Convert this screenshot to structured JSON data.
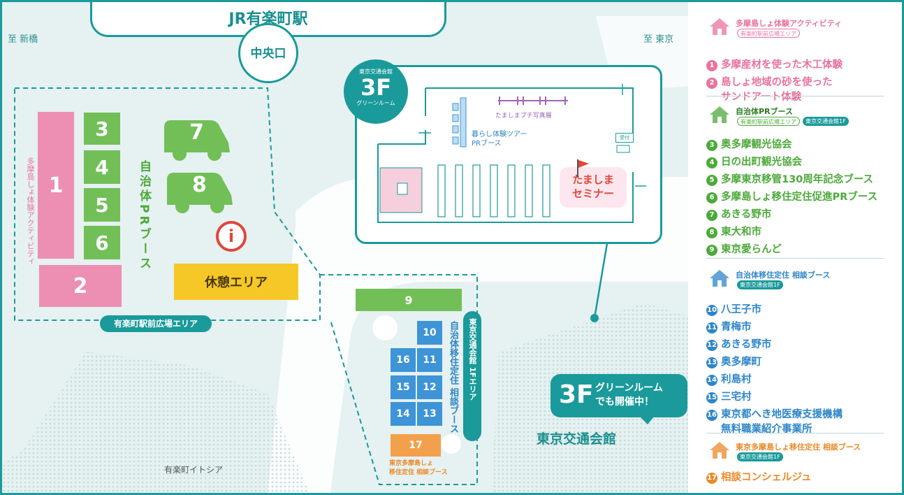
{
  "station": {
    "name": "JR有楽町駅",
    "exit": "中央口"
  },
  "directions": {
    "left": "至 新橋",
    "right": "至 東京"
  },
  "areas": {
    "plaza_label": "有楽町駅前広場エリア",
    "first_floor_label": "東京交通会館 1Fエリア",
    "building_label": "東京交通会館",
    "mall_label": "有楽町イトシア"
  },
  "plaza": {
    "activity_label": "多摩島しょ体験アクティビティ",
    "pr_label": "自治体PRブース",
    "rest_label": "休憩エリア",
    "info_glyph": "i",
    "booths": [
      {
        "id": "1"
      },
      {
        "id": "2"
      },
      {
        "id": "3"
      },
      {
        "id": "4"
      },
      {
        "id": "5"
      },
      {
        "id": "6"
      },
      {
        "id": "7"
      },
      {
        "id": "8"
      }
    ]
  },
  "floor1": {
    "relocation_label": "自治体移住定住 相談ブース",
    "concierge_label_1": "東京多摩島しょ",
    "concierge_label_2": "移住定住 相談ブース",
    "booths": [
      "9",
      "10",
      "11",
      "12",
      "13",
      "14",
      "15",
      "16",
      "17"
    ]
  },
  "inset": {
    "badge_small": "東京交通会館",
    "badge_big": "3F",
    "badge_room": "グリーンルーム",
    "photo_label": "たましまプチ写真展",
    "tour_label_1": "暮らし体験ツアー",
    "tour_label_2": "PRブース",
    "reception": "受付",
    "seminar_1": "たましま",
    "seminar_2": "セミナー"
  },
  "callout": {
    "big": "3F",
    "line1": "グリーンルーム",
    "line2": "でも開催中！"
  },
  "legend": {
    "sections": [
      {
        "title": "多摩島しょ体験アクティビティ",
        "pills": [
          "有楽町駅前広場エリア"
        ],
        "color": "#e8739e",
        "items": [
          {
            "num": "1",
            "text": "多摩産材を使った木工体験"
          },
          {
            "num": "2",
            "text": "島しょ地域の砂を使った",
            "text2": "サンドアート体験"
          }
        ]
      },
      {
        "title": "自治体PRブース",
        "pills": [
          "有楽町駅前広場エリア",
          "東京交通会館1F"
        ],
        "color": "#4caa3a",
        "items": [
          {
            "num": "3",
            "text": "奥多摩観光協会"
          },
          {
            "num": "4",
            "text": "日の出町観光協会"
          },
          {
            "num": "5",
            "text": "多摩東京移管130周年記念ブース"
          },
          {
            "num": "6",
            "text": "多摩島しょ移住定住促進PRブース"
          },
          {
            "num": "7",
            "text": "あきる野市"
          },
          {
            "num": "8",
            "text": "東大和市"
          },
          {
            "num": "9",
            "text": "東京愛らんど"
          }
        ]
      },
      {
        "title": "自治体移住定住 相談ブース",
        "pills": [
          "東京交通会館1F"
        ],
        "color": "#2e86c8",
        "items": [
          {
            "num": "10",
            "text": "八王子市"
          },
          {
            "num": "11",
            "text": "青梅市"
          },
          {
            "num": "12",
            "text": "あきる野市"
          },
          {
            "num": "13",
            "text": "奥多摩町"
          },
          {
            "num": "14",
            "text": "利島村"
          },
          {
            "num": "15",
            "text": "三宅村"
          },
          {
            "num": "16",
            "text": "東京都へき地医療支援機構",
            "text2": "無料職業紹介事業所"
          }
        ]
      },
      {
        "title": "東京多摩島しょ移住定住 相談ブース",
        "pills": [
          "東京交通会館1F"
        ],
        "color": "#ea8a2a",
        "items": [
          {
            "num": "17",
            "text": "相談コンシェルジュ"
          }
        ]
      }
    ]
  }
}
